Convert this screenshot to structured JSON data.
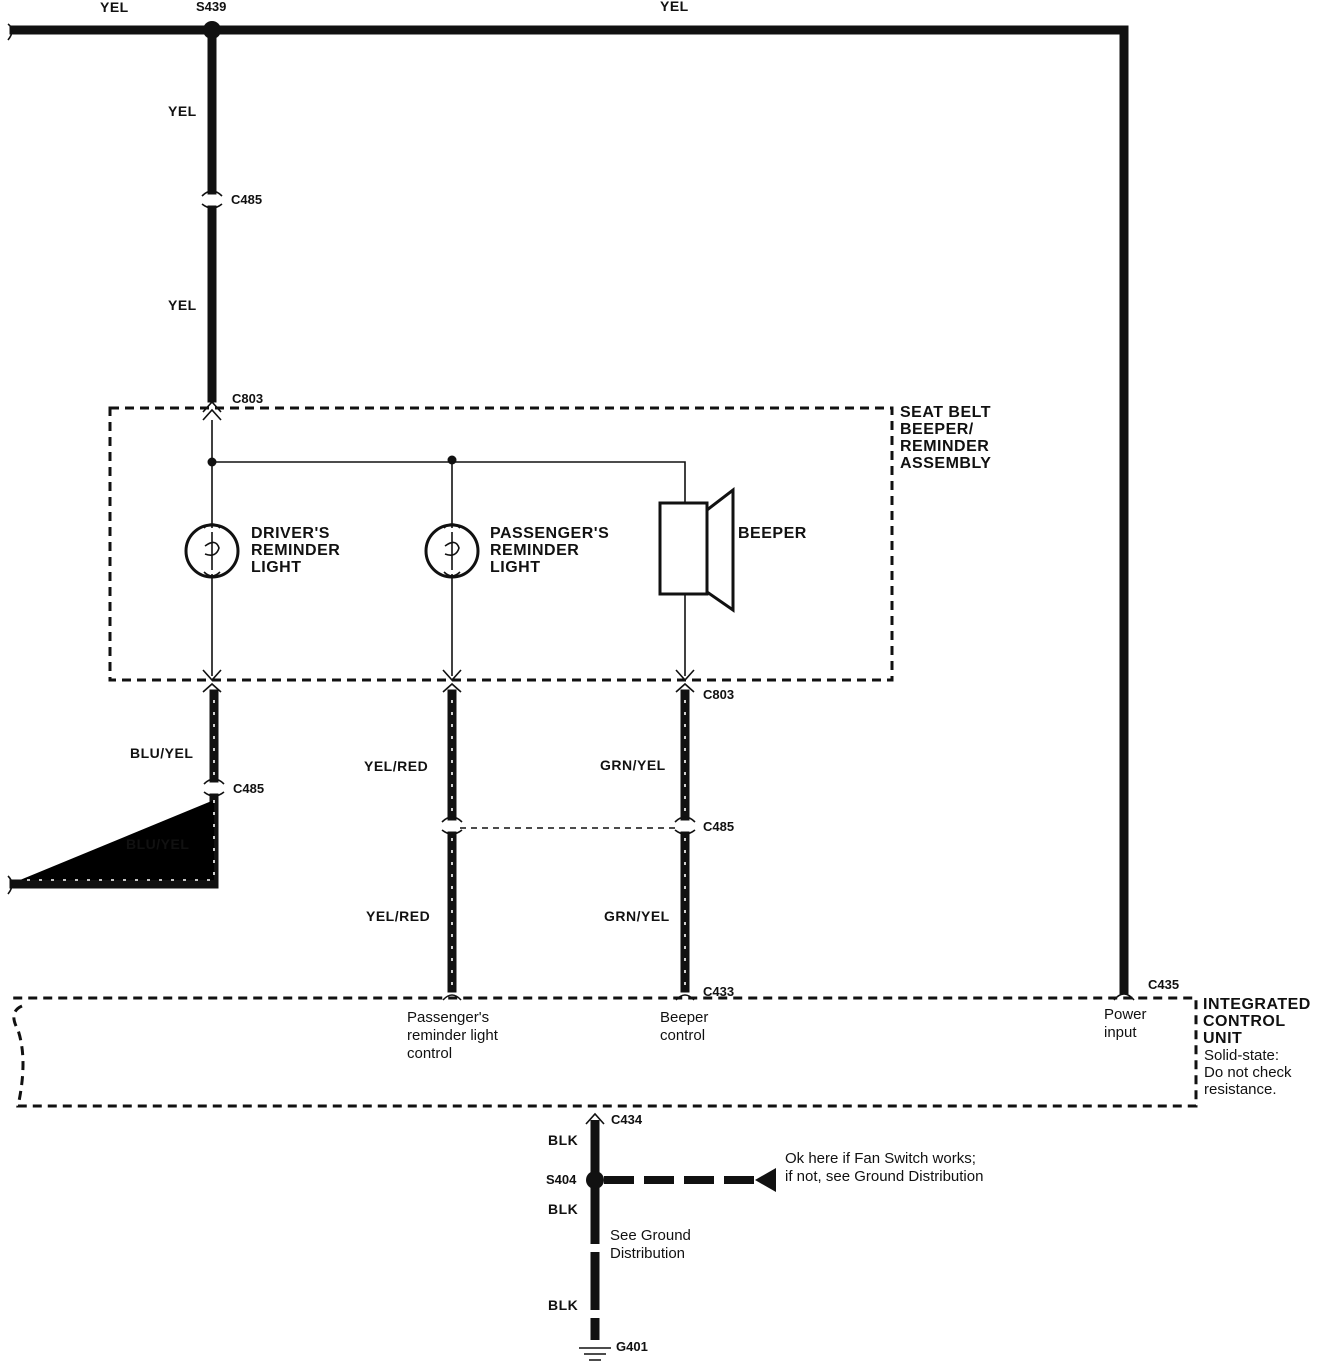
{
  "wire_labels": {
    "top_left_yel": "YEL",
    "top_right_yel": "YEL",
    "vert_yel_upper": "YEL",
    "vert_yel_lower": "YEL",
    "blu_yel_upper": "BLU/YEL",
    "blu_yel_lower": "BLU/YEL",
    "yel_red_upper": "YEL/RED",
    "yel_red_lower": "YEL/RED",
    "grn_yel_upper": "GRN/YEL",
    "grn_yel_lower": "GRN/YEL",
    "blk_upper": "BLK",
    "blk_middle": "BLK",
    "blk_lower": "BLK"
  },
  "connectors": {
    "s439": "S439",
    "c485_top": "C485",
    "c803_top": "C803",
    "c803_bottom": "C803",
    "c485_left": "C485",
    "c485_right": "C485",
    "c433": "C433",
    "c435": "C435",
    "c434": "C434",
    "s404": "S404",
    "g401": "G401"
  },
  "assembly": {
    "title": [
      "SEAT BELT",
      "BEEPER/",
      "REMINDER",
      "ASSEMBLY"
    ],
    "driver_light": [
      "DRIVER'S",
      "REMINDER",
      "LIGHT"
    ],
    "passenger_light": [
      "PASSENGER'S",
      "REMINDER",
      "LIGHT"
    ],
    "beeper": "BEEPER"
  },
  "control_unit": {
    "title": [
      "INTEGRATED",
      "CONTROL",
      "UNIT"
    ],
    "note": [
      "Solid-state:",
      "Do not check",
      "resistance."
    ],
    "pin_passenger": [
      "Passenger's",
      "reminder light",
      "control"
    ],
    "pin_beeper": [
      "Beeper",
      "control"
    ],
    "pin_power": [
      "Power",
      "input"
    ]
  },
  "notes": {
    "fan_switch": [
      "Ok here if Fan Switch works;",
      "if not, see Ground Distribution"
    ],
    "ground_dist": [
      "See Ground",
      "Distribution"
    ]
  }
}
